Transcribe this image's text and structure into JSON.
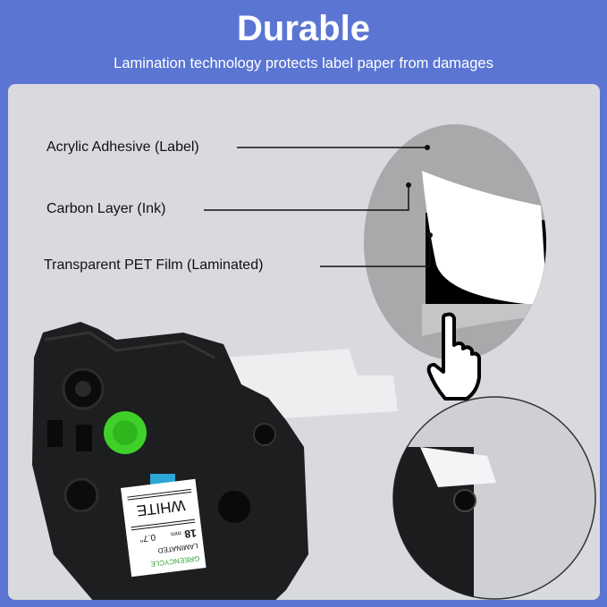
{
  "header": {
    "title": "Durable",
    "subtitle": "Lamination technology protects label paper from damages"
  },
  "layers": [
    {
      "label": "Acrylic Adhesive (Label)"
    },
    {
      "label": "Carbon Layer (Ink)"
    },
    {
      "label": "Transparent PET Film (Laminated)"
    }
  ],
  "product": {
    "brand": "GREENCYCLE",
    "type": "LAMINATED",
    "width_mm": "18",
    "width_unit_mm": "mm",
    "width_in": "0.7\"",
    "color": "WHITE"
  },
  "colors": {
    "background": "#5b75d3",
    "panel": "#d9dadd",
    "spool": "#3fd12a",
    "accent_tab": "#2aa7d6"
  },
  "icons": [
    "pointing-hand-icon"
  ]
}
